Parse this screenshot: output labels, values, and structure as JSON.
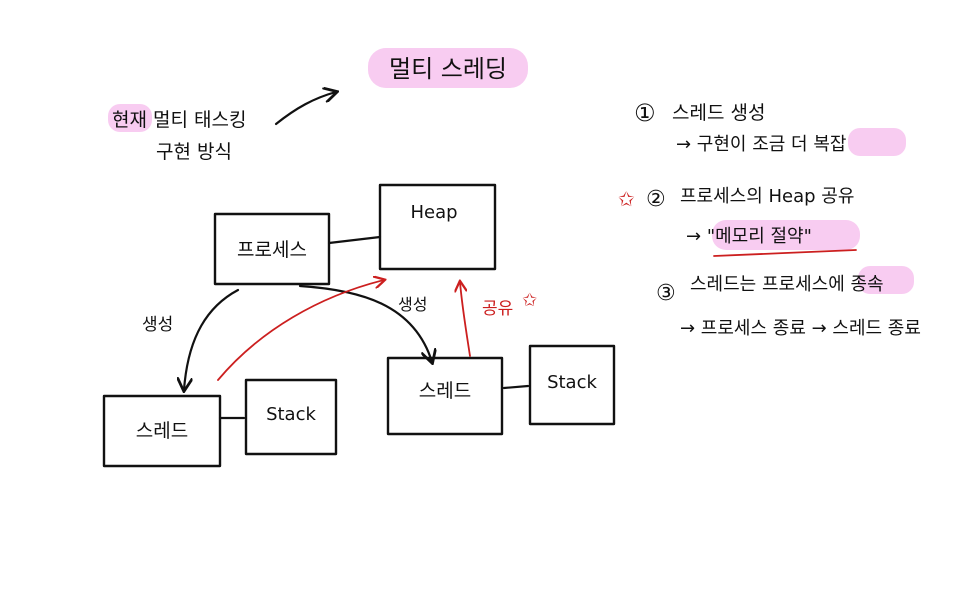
{
  "title": "멀티 스레딩",
  "subtitle_line1": "현재 멀티 태스킹",
  "subtitle_line2": "구현 방식",
  "diagram": {
    "process": "프로세스",
    "heap": "Heap",
    "thread_left": "스레드",
    "stack_left": "Stack",
    "thread_right": "스레드",
    "stack_right": "Stack",
    "create_left": "생성",
    "create_right": "생성",
    "share": "공유"
  },
  "notes": {
    "n1_num": "①",
    "n1_title": "스레드 생성",
    "n1_sub_prefix": "→ 구현이 조금 더 ",
    "n1_sub_highlight": "복잡",
    "n2_num": "②",
    "n2_title": "프로세스의 Heap 공유",
    "n2_sub_prefix": "→ ",
    "n2_sub_quote": "\"메모리 절약\"",
    "n3_num": "③",
    "n3_title_prefix": "스레드는 프로세스에 ",
    "n3_title_highlight": "종속",
    "n3_sub": "→ 프로세스 종료 → 스레드 종료"
  },
  "colors": {
    "ink": "#111111",
    "red": "#cc1f1f",
    "highlight": "#f7c3ef"
  }
}
